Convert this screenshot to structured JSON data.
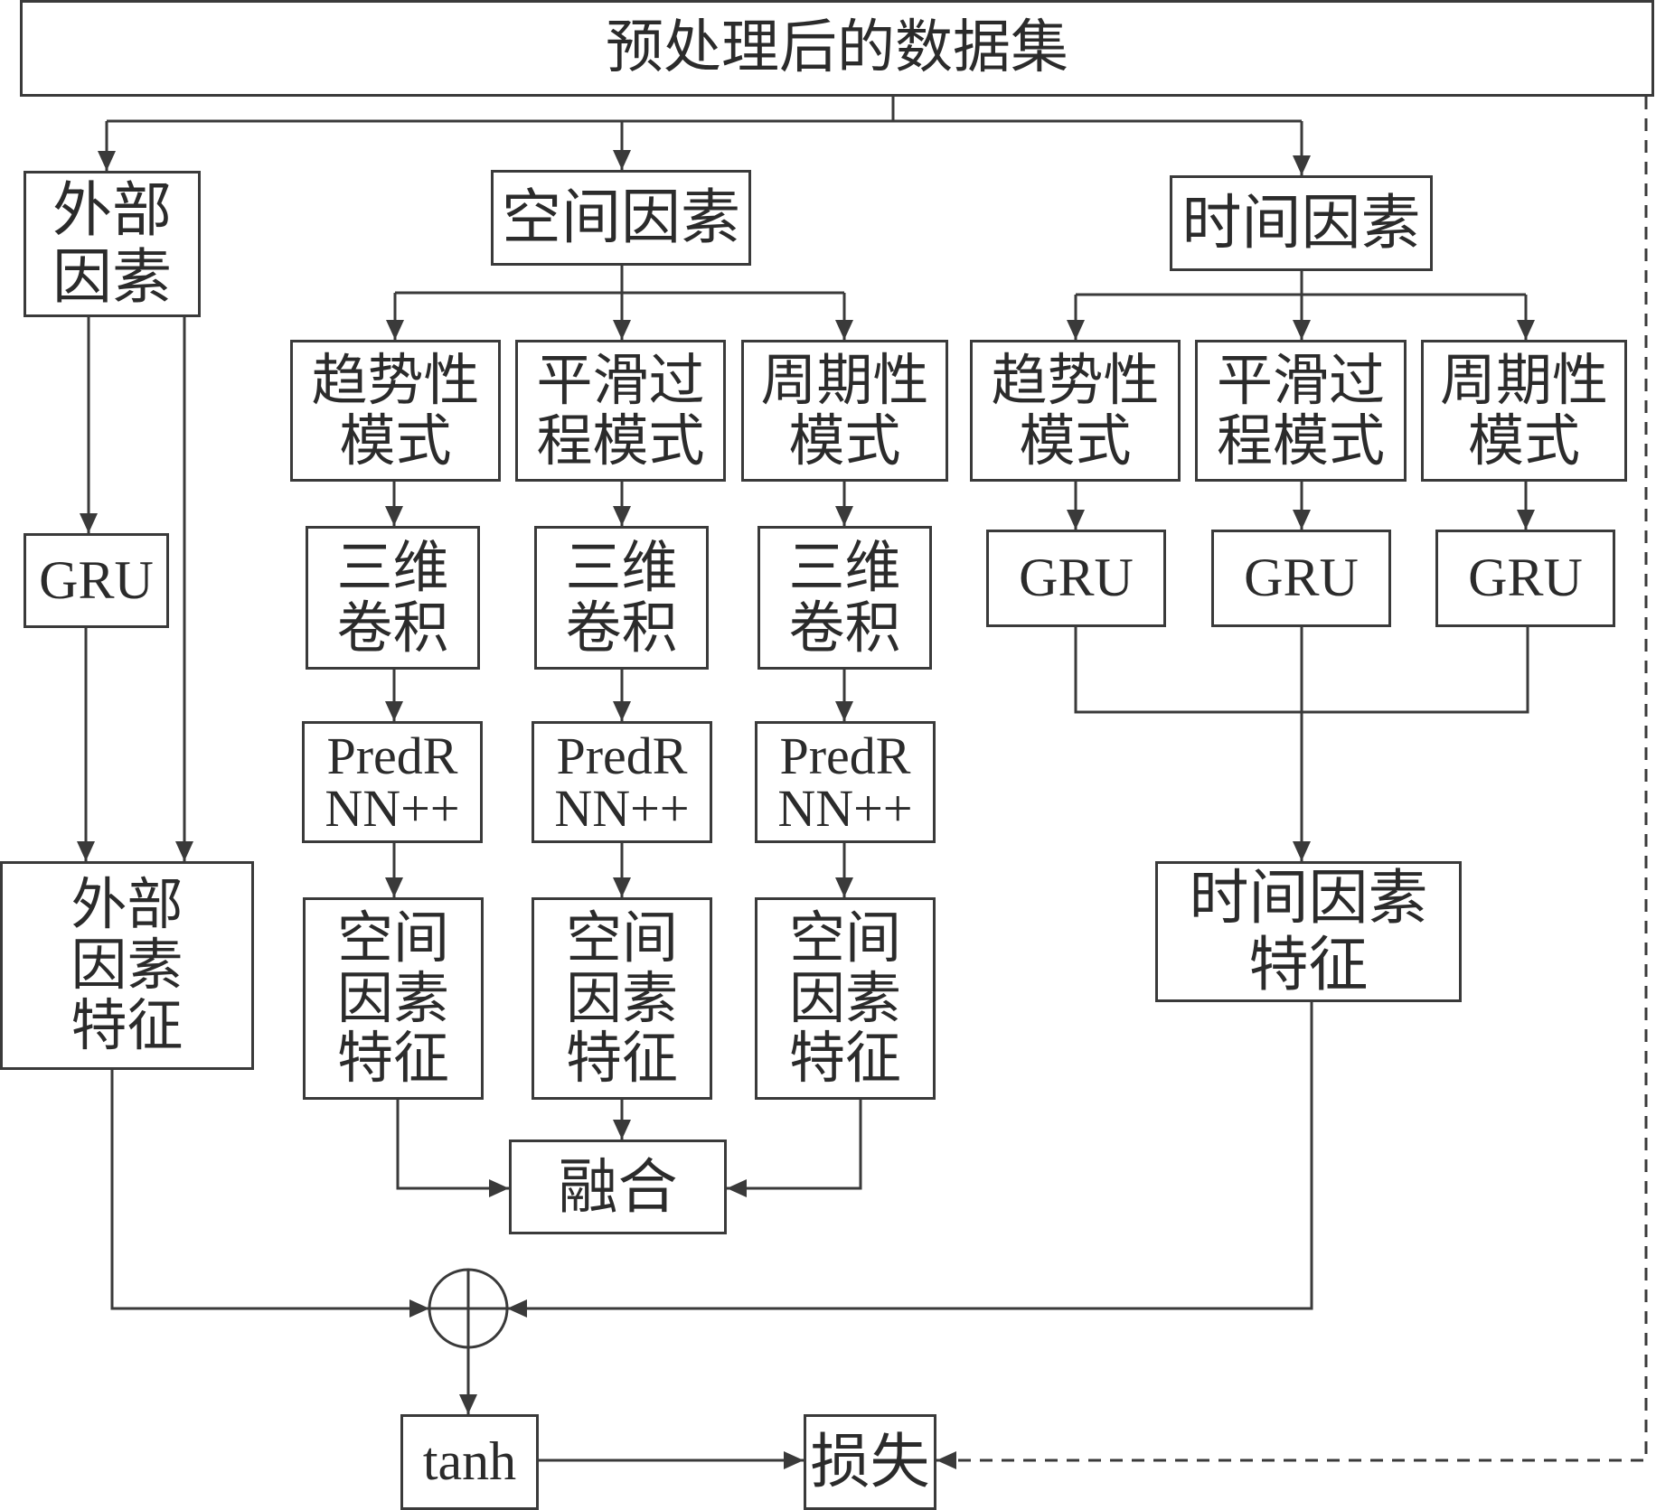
{
  "dataset": "预处理后的数据集",
  "external": {
    "factor": "外部\n因素",
    "gru": "GRU",
    "feature": "外部\n因素\n特征"
  },
  "spatial": {
    "factor": "空间因素",
    "branches": [
      {
        "mode": "趋势性\n模式",
        "conv": "三维\n卷积",
        "predrnn": "PredR\nNN++",
        "feature": "空间\n因素\n特征"
      },
      {
        "mode": "平滑过\n程模式",
        "conv": "三维\n卷积",
        "predrnn": "PredR\nNN++",
        "feature": "空间\n因素\n特征"
      },
      {
        "mode": "周期性\n模式",
        "conv": "三维\n卷积",
        "predrnn": "PredR\nNN++",
        "feature": "空间\n因素\n特征"
      }
    ],
    "fusion": "融合"
  },
  "temporal": {
    "factor": "时间因素",
    "branches": [
      {
        "mode": "趋势性\n模式",
        "gru": "GRU"
      },
      {
        "mode": "平滑过\n程模式",
        "gru": "GRU"
      },
      {
        "mode": "周期性\n模式",
        "gru": "GRU"
      }
    ],
    "feature": "时间因素\n特征"
  },
  "activation": "tanh",
  "loss": "损失",
  "colors": {
    "line": "#3a3a3a",
    "text": "#2b2b2b"
  }
}
